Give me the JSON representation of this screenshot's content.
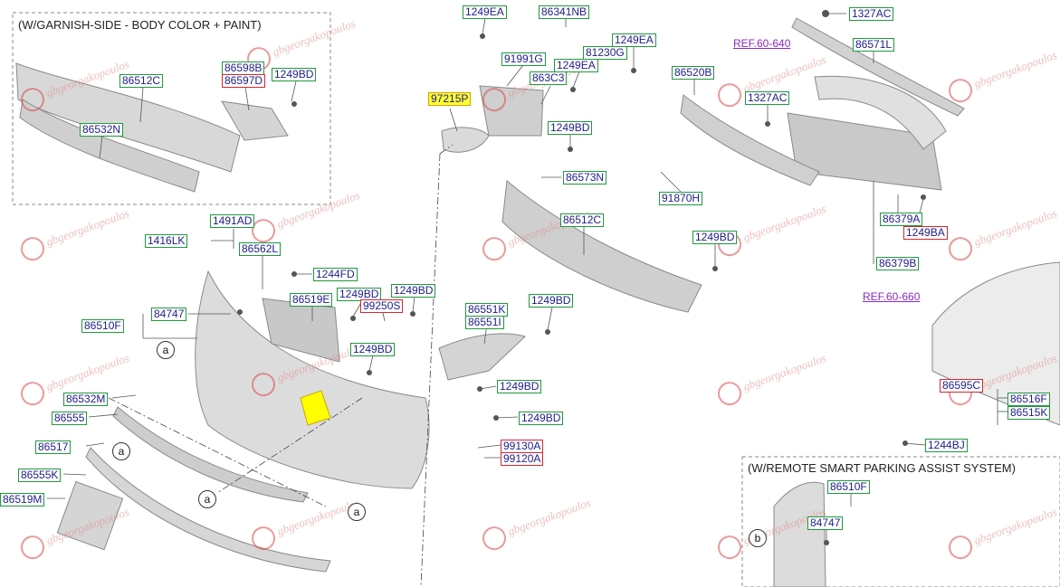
{
  "boxes": {
    "garnish": "(W/GARNISH-SIDE - BODY COLOR + PAINT)",
    "parking": "(W/REMOTE SMART PARKING ASSIST SYSTEM)"
  },
  "refs": {
    "r640": "REF.60-640",
    "r660": "REF.60-660"
  },
  "callouts": {
    "a": "a",
    "b": "b"
  },
  "watermark": "gbgeorgakopoulos",
  "parts": {
    "p86512C_a": "86512C",
    "p86532N": "86532N",
    "p86598B": "86598B",
    "p86597D": "86597D",
    "p1249BD_a": "1249BD",
    "p1249EA_a": "1249EA",
    "p86341NB": "86341NB",
    "p91991G": "91991G",
    "p1249EA_b": "1249EA",
    "p81230G": "81230G",
    "p1249EA_c": "1249EA",
    "p863C3": "863C3",
    "p97215P": "97215P",
    "p1249BD_b": "1249BD",
    "p86573N": "86573N",
    "p91870H": "91870H",
    "p86512C_b": "86512C",
    "p1249BD_c": "1249BD",
    "p86520B": "86520B",
    "p1327AC_a": "1327AC",
    "p1327AC_b": "1327AC",
    "p86571L": "86571L",
    "p86379A": "86379A",
    "p1249BA": "1249BA",
    "p86379B": "86379B",
    "p1491AD": "1491AD",
    "p1416LK": "1416LK",
    "p86562L": "86562L",
    "p1244FD": "1244FD",
    "p86519E": "86519E",
    "p1249BD_d": "1249BD",
    "p1249BD_e": "1249BD",
    "p99250S": "99250S",
    "p84747_a": "84747",
    "p86510F_a": "86510F",
    "p1249BD_f": "1249BD",
    "p86551K": "86551K",
    "p86551I": "86551I",
    "p1249BD_g": "1249BD",
    "p1249BD_h": "1249BD",
    "p1249BD_i": "1249BD",
    "p86532M": "86532M",
    "p86555": "86555",
    "p86517": "86517",
    "p86555K": "86555K",
    "p86519M": "86519M",
    "p99130A": "99130A",
    "p99120A": "99120A",
    "p86595C": "86595C",
    "p86516F": "86516F",
    "p86515K": "86515K",
    "p1244BJ": "1244BJ",
    "p86510F_b": "86510F",
    "p84747_b": "84747"
  }
}
